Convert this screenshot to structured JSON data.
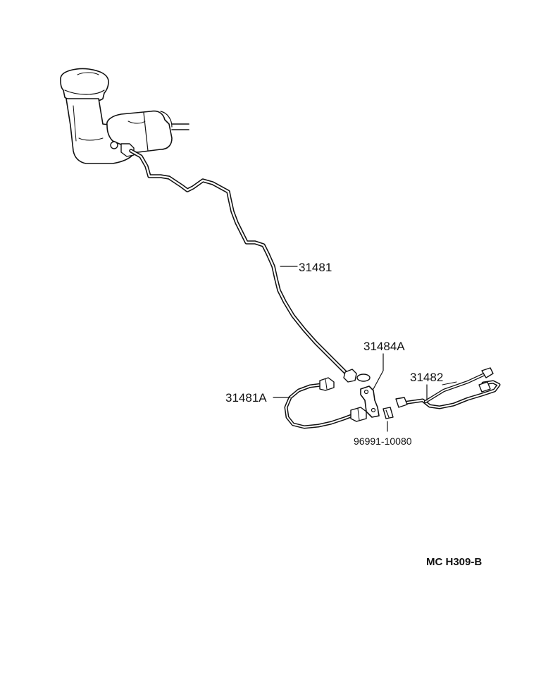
{
  "labels": {
    "pipe_main": "31481",
    "hose_flex": "31481A",
    "bracket": "31484A",
    "pipe_release": "31482",
    "clip": "96991-10080"
  },
  "diagram_code": "MC H309-B"
}
